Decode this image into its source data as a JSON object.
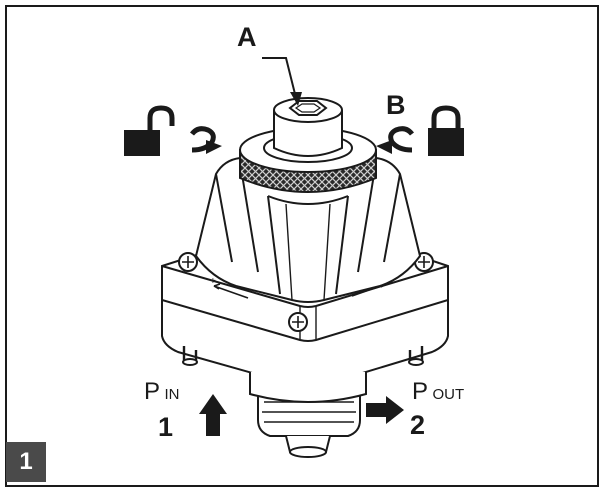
{
  "labels": {
    "a": "A",
    "b": "B",
    "p_in_prefix": "P",
    "p_in_suffix": "IN",
    "p_in_number": "1",
    "p_out_prefix": "P",
    "p_out_suffix": "OUT",
    "p_out_number": "2"
  },
  "figure_number": "1",
  "icons": {
    "unlock": "unlocked-padlock-icon",
    "lock": "locked-padlock-icon",
    "rotate_ccw": "rotate-counterclockwise-arrow-icon",
    "rotate_cw": "rotate-clockwise-arrow-icon",
    "flow_in": "up-arrow-icon",
    "flow_out": "right-arrow-icon"
  },
  "colors": {
    "ink": "#1a1a1a",
    "badge": "#4a4a4a",
    "badge_text": "#ffffff"
  }
}
